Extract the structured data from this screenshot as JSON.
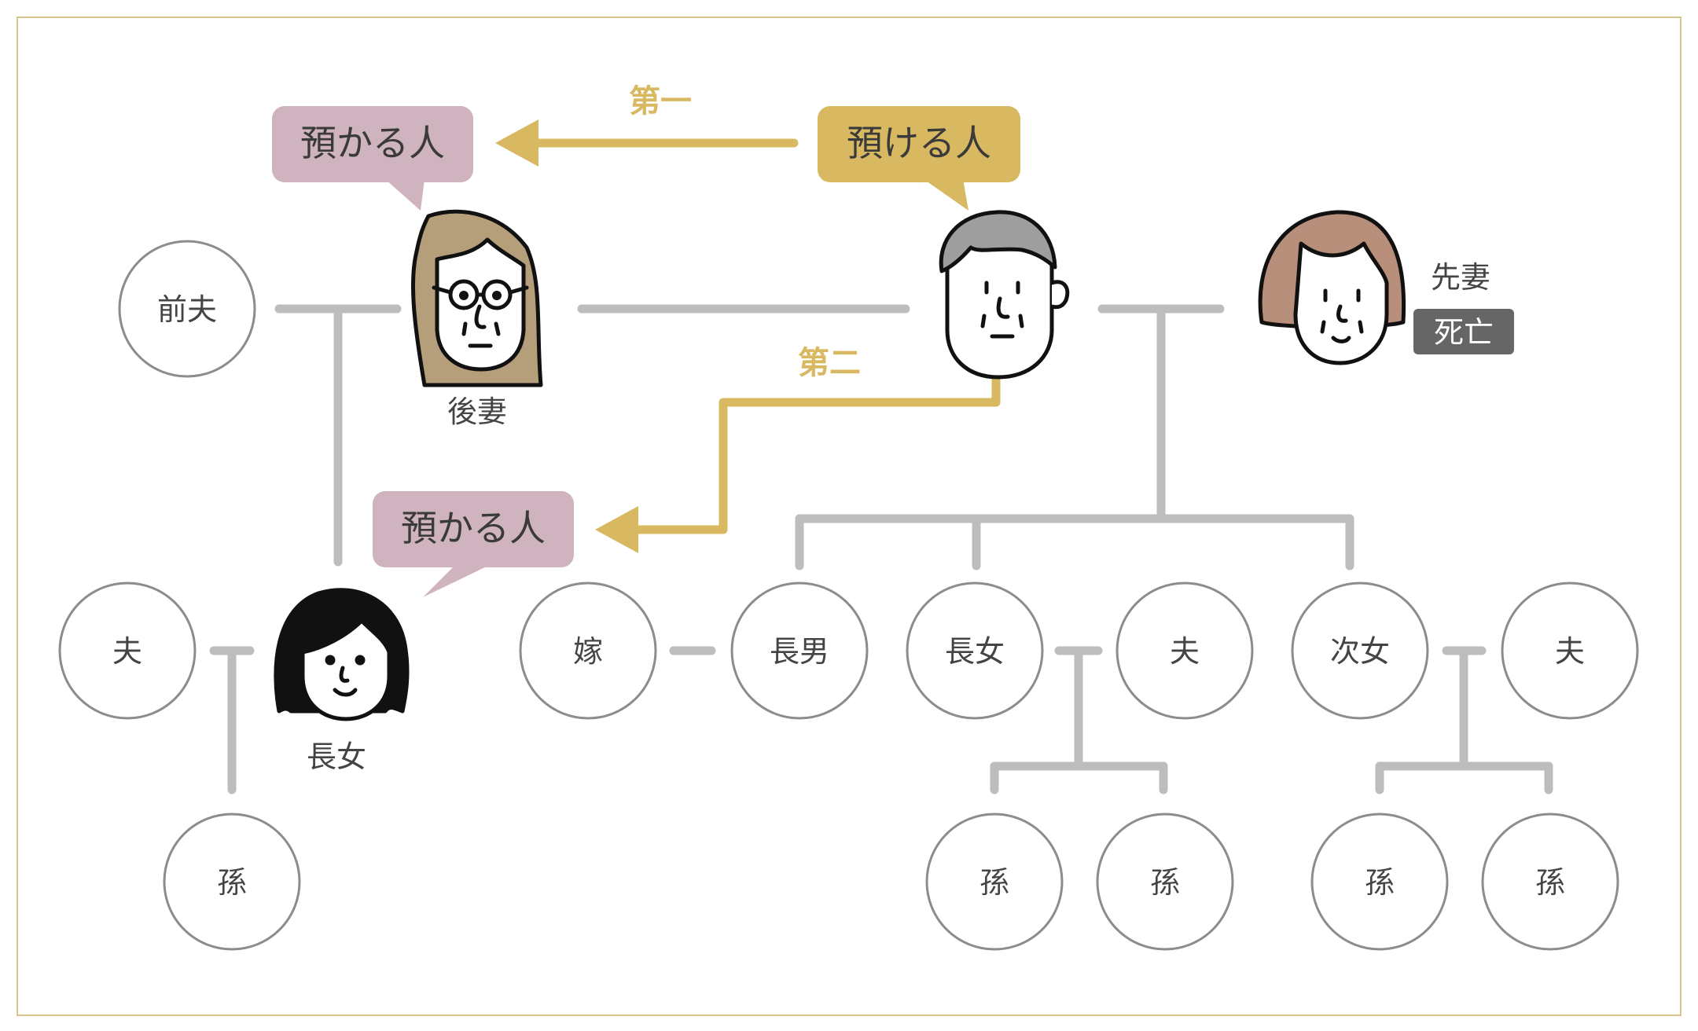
{
  "colors": {
    "frame": "#d9c58a",
    "connector": "#bdbdbd",
    "circle_stroke": "#8c8c8c",
    "text": "#444444",
    "gold": "#d8b962",
    "pink": "#cfb3bf",
    "badge_bg": "#666666",
    "badge_text": "#ffffff",
    "hair_second_wife": "#b59e7a",
    "hair_first_wife": "#b88f7a",
    "hair_husband": "#9e9e9e",
    "hair_daughter": "#111111"
  },
  "bubbles": {
    "receiver_top": "預かる人",
    "giver": "預ける人",
    "receiver_bottom": "預かる人"
  },
  "arrows": {
    "first": "第一",
    "second": "第二"
  },
  "people": {
    "second_wife": "後妻",
    "first_wife": "先妻",
    "deceased_badge": "死亡",
    "eldest_daughter_left": "長女",
    "husband_icon": "person-icon-husband"
  },
  "circles": {
    "ex_husband": "前夫",
    "left_husband": "夫",
    "left_grandchild": "孫",
    "daughter_in_law": "嫁",
    "eldest_son": "長男",
    "eldest_daughter": "長女",
    "eldest_daughter_husband": "夫",
    "second_daughter": "次女",
    "second_daughter_husband": "夫",
    "grandchild_1": "孫",
    "grandchild_2": "孫",
    "grandchild_3": "孫",
    "grandchild_4": "孫"
  }
}
